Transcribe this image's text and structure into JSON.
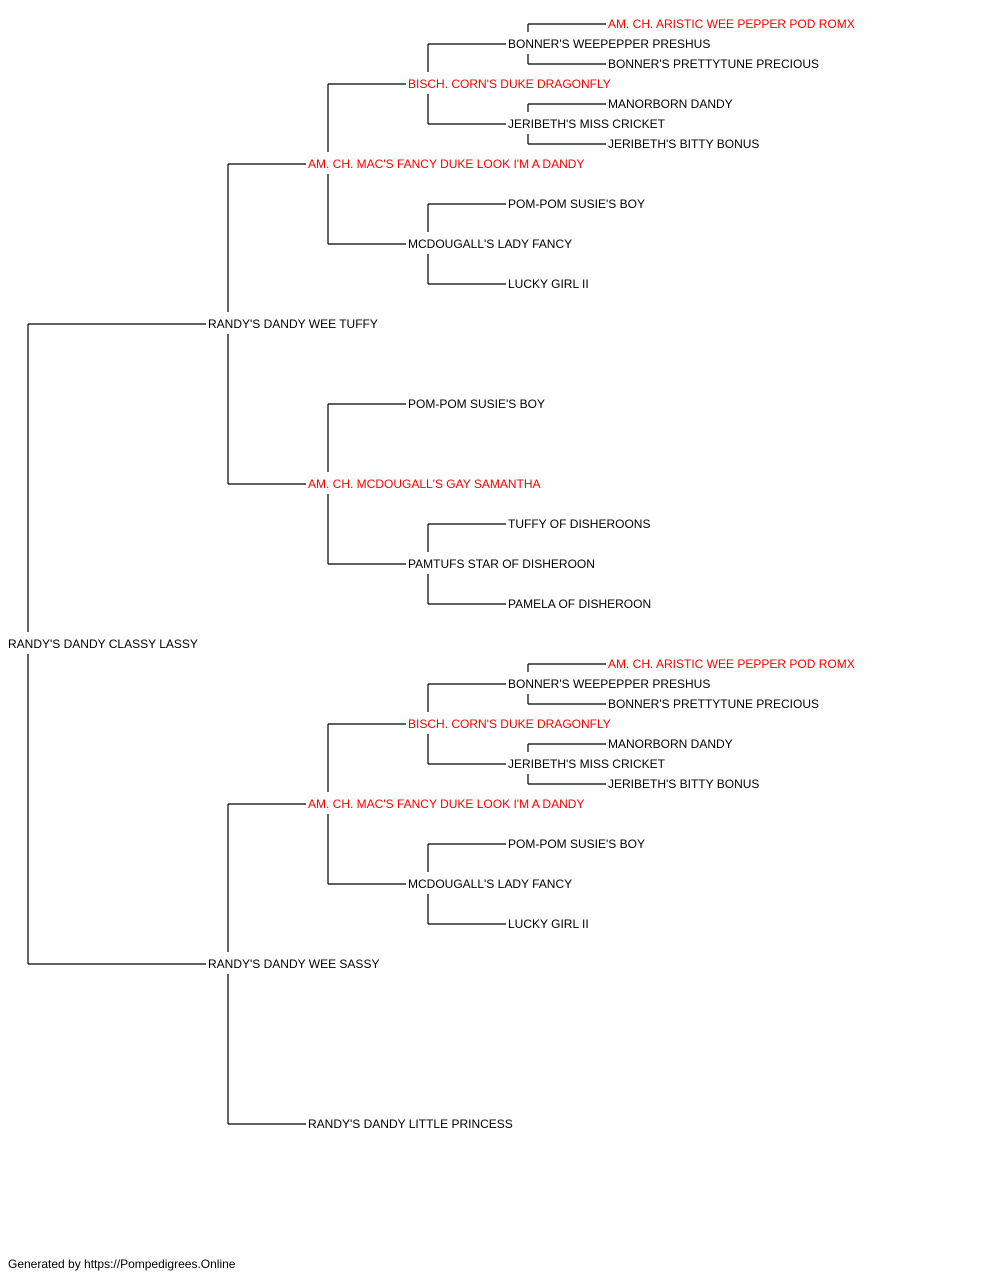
{
  "colors": {
    "champion": "#ff0000",
    "normal": "#000000",
    "line": "#000000"
  },
  "pedigree": {
    "name": "RANDY'S DANDY CLASSY LASSY",
    "champion": false,
    "sire": {
      "name": "RANDY'S DANDY WEE TUFFY",
      "champion": false,
      "sire": {
        "name": "AM. CH. MAC'S FANCY DUKE LOOK I'M A DANDY",
        "champion": true,
        "sire": {
          "name": "BISCH. CORN'S DUKE DRAGONFLY",
          "champion": true,
          "sire": {
            "name": "BONNER'S WEEPEPPER PRESHUS",
            "champion": false,
            "sire": {
              "name": "AM. CH. ARISTIC WEE PEPPER POD ROMX",
              "champion": true
            },
            "dam": {
              "name": "BONNER'S PRETTYTUNE PRECIOUS",
              "champion": false
            }
          },
          "dam": {
            "name": "JERIBETH'S MISS CRICKET",
            "champion": false,
            "sire": {
              "name": "MANORBORN DANDY",
              "champion": false
            },
            "dam": {
              "name": "JERIBETH'S BITTY BONUS",
              "champion": false
            }
          }
        },
        "dam": {
          "name": "MCDOUGALL'S LADY FANCY",
          "champion": false,
          "sire": {
            "name": "POM-POM SUSIE'S BOY",
            "champion": false
          },
          "dam": {
            "name": "LUCKY GIRL II",
            "champion": false
          }
        }
      },
      "dam": {
        "name": "AM. CH. MCDOUGALL'S GAY SAMANTHA",
        "champion": true,
        "sire": {
          "name": "POM-POM SUSIE'S BOY",
          "champion": false
        },
        "dam": {
          "name": "PAMTUFS STAR OF DISHEROON",
          "champion": false,
          "sire": {
            "name": "TUFFY OF DISHEROONS",
            "champion": false
          },
          "dam": {
            "name": "PAMELA OF DISHEROON",
            "champion": false
          }
        }
      }
    },
    "dam": {
      "name": "RANDY'S DANDY WEE SASSY",
      "champion": false,
      "sire": {
        "name": "AM. CH. MAC'S FANCY DUKE LOOK I'M A DANDY",
        "champion": true,
        "sire": {
          "name": "BISCH. CORN'S DUKE DRAGONFLY",
          "champion": true,
          "sire": {
            "name": "BONNER'S WEEPEPPER PRESHUS",
            "champion": false,
            "sire": {
              "name": "AM. CH. ARISTIC WEE PEPPER POD ROMX",
              "champion": true
            },
            "dam": {
              "name": "BONNER'S PRETTYTUNE PRECIOUS",
              "champion": false
            }
          },
          "dam": {
            "name": "JERIBETH'S MISS CRICKET",
            "champion": false,
            "sire": {
              "name": "MANORBORN DANDY",
              "champion": false
            },
            "dam": {
              "name": "JERIBETH'S BITTY BONUS",
              "champion": false
            }
          }
        },
        "dam": {
          "name": "MCDOUGALL'S LADY FANCY",
          "champion": false,
          "sire": {
            "name": "POM-POM SUSIE'S BOY",
            "champion": false
          },
          "dam": {
            "name": "LUCKY GIRL II",
            "champion": false
          }
        }
      },
      "dam": {
        "name": "RANDY'S DANDY LITTLE PRINCESS",
        "champion": false
      }
    }
  },
  "footer": {
    "text": "Generated by https://Pompedigrees.Online"
  }
}
